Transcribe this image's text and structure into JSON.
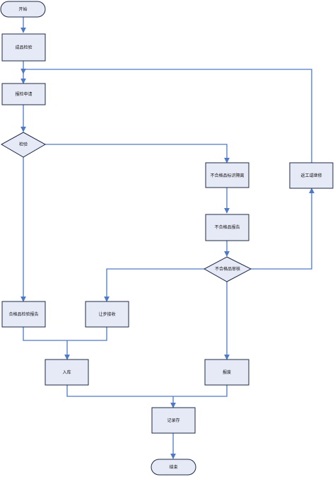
{
  "nodes": {
    "start": "开始",
    "inspect_product": "成品检验",
    "inspection_request": "报检申请",
    "check": "检验",
    "qualified_report": "合格品检验报告",
    "concession": "让步接收",
    "warehouse": "入库",
    "nonconforming_isolation": "不合格品标识隔离",
    "nonconforming_report": "不合格品报告",
    "nonconforming_review": "不合格品审核",
    "rework": "返工或继修",
    "scrap": "报废",
    "record": "记录存",
    "end": "结束"
  }
}
